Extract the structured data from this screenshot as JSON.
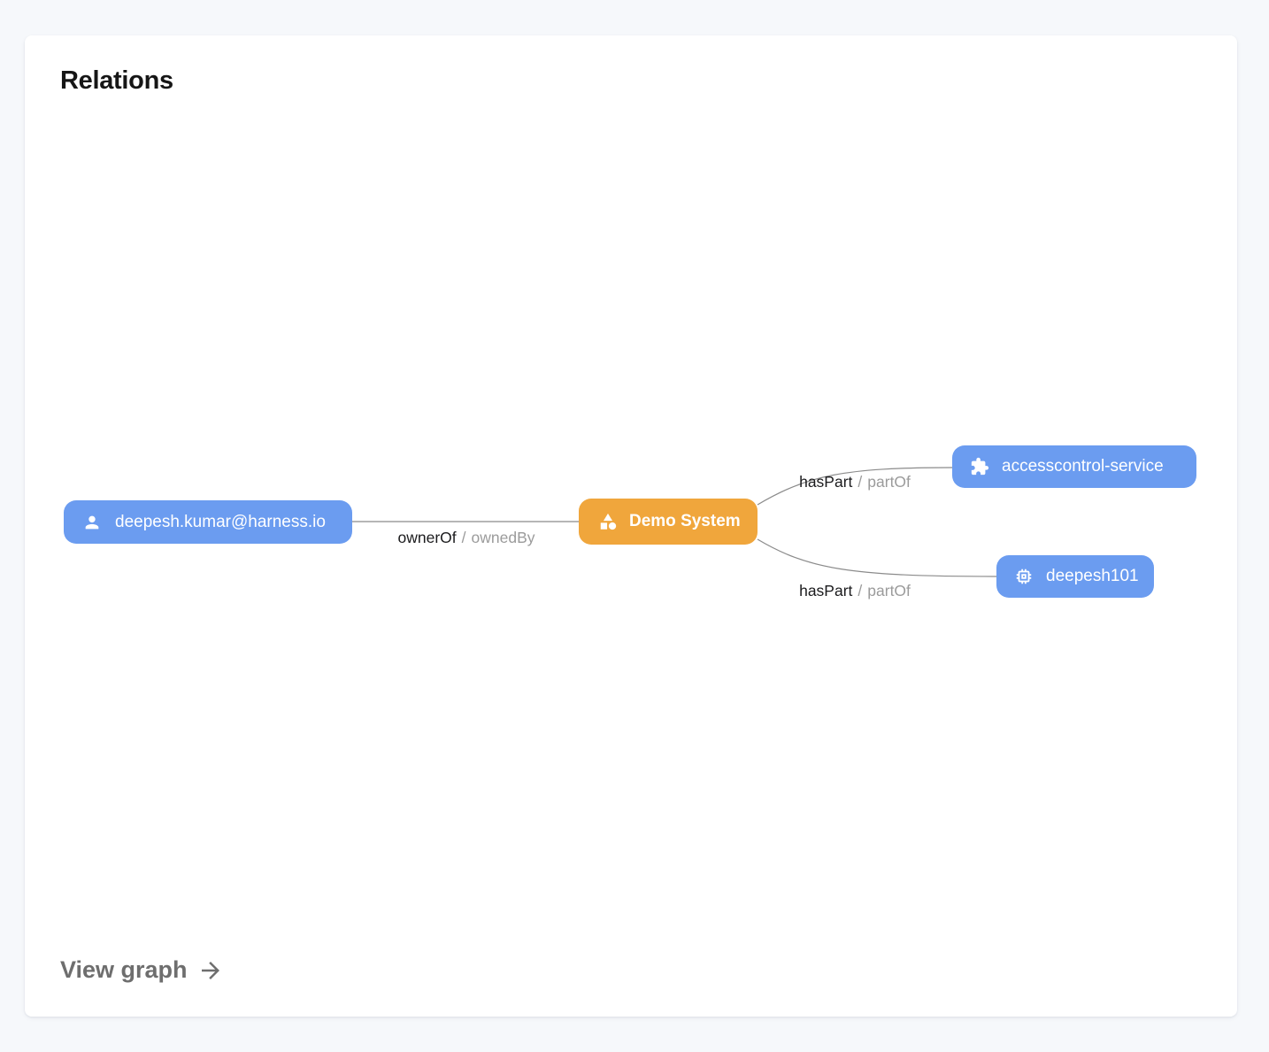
{
  "card": {
    "title": "Relations",
    "footer_link": "View graph"
  },
  "graph": {
    "nodes": [
      {
        "id": "user",
        "label": "deepesh.kumar@harness.io",
        "icon": "person-icon",
        "color": "#6B9CF0"
      },
      {
        "id": "demo-system",
        "label": "Demo System",
        "icon": "category-icon",
        "color": "#F0A63C"
      },
      {
        "id": "accesscontrol-service",
        "label": "accesscontrol-service",
        "icon": "extension-icon",
        "color": "#6B9CF0"
      },
      {
        "id": "deepesh101",
        "label": "deepesh101",
        "icon": "memory-icon",
        "color": "#6B9CF0"
      }
    ],
    "edges": [
      {
        "from": "deepesh.kumar@harness.io",
        "to": "Demo System",
        "label_primary": "ownerOf",
        "label_separator": "/",
        "label_secondary": "ownedBy"
      },
      {
        "from": "Demo System",
        "to": "accesscontrol-service",
        "label_primary": "hasPart",
        "label_separator": "/",
        "label_secondary": "partOf"
      },
      {
        "from": "Demo System",
        "to": "deepesh101",
        "label_primary": "hasPart",
        "label_separator": "/",
        "label_secondary": "partOf"
      }
    ]
  },
  "colors": {
    "page_background": "#F6F8FB",
    "card_background": "#FFFFFF",
    "node_blue": "#6B9CF0",
    "node_orange": "#F0A63C",
    "edge_line": "#8B8B8B",
    "edge_label_primary": "#1B1B1D",
    "edge_label_secondary": "#9B9B9B",
    "view_graph_link": "#6E6E6E"
  }
}
